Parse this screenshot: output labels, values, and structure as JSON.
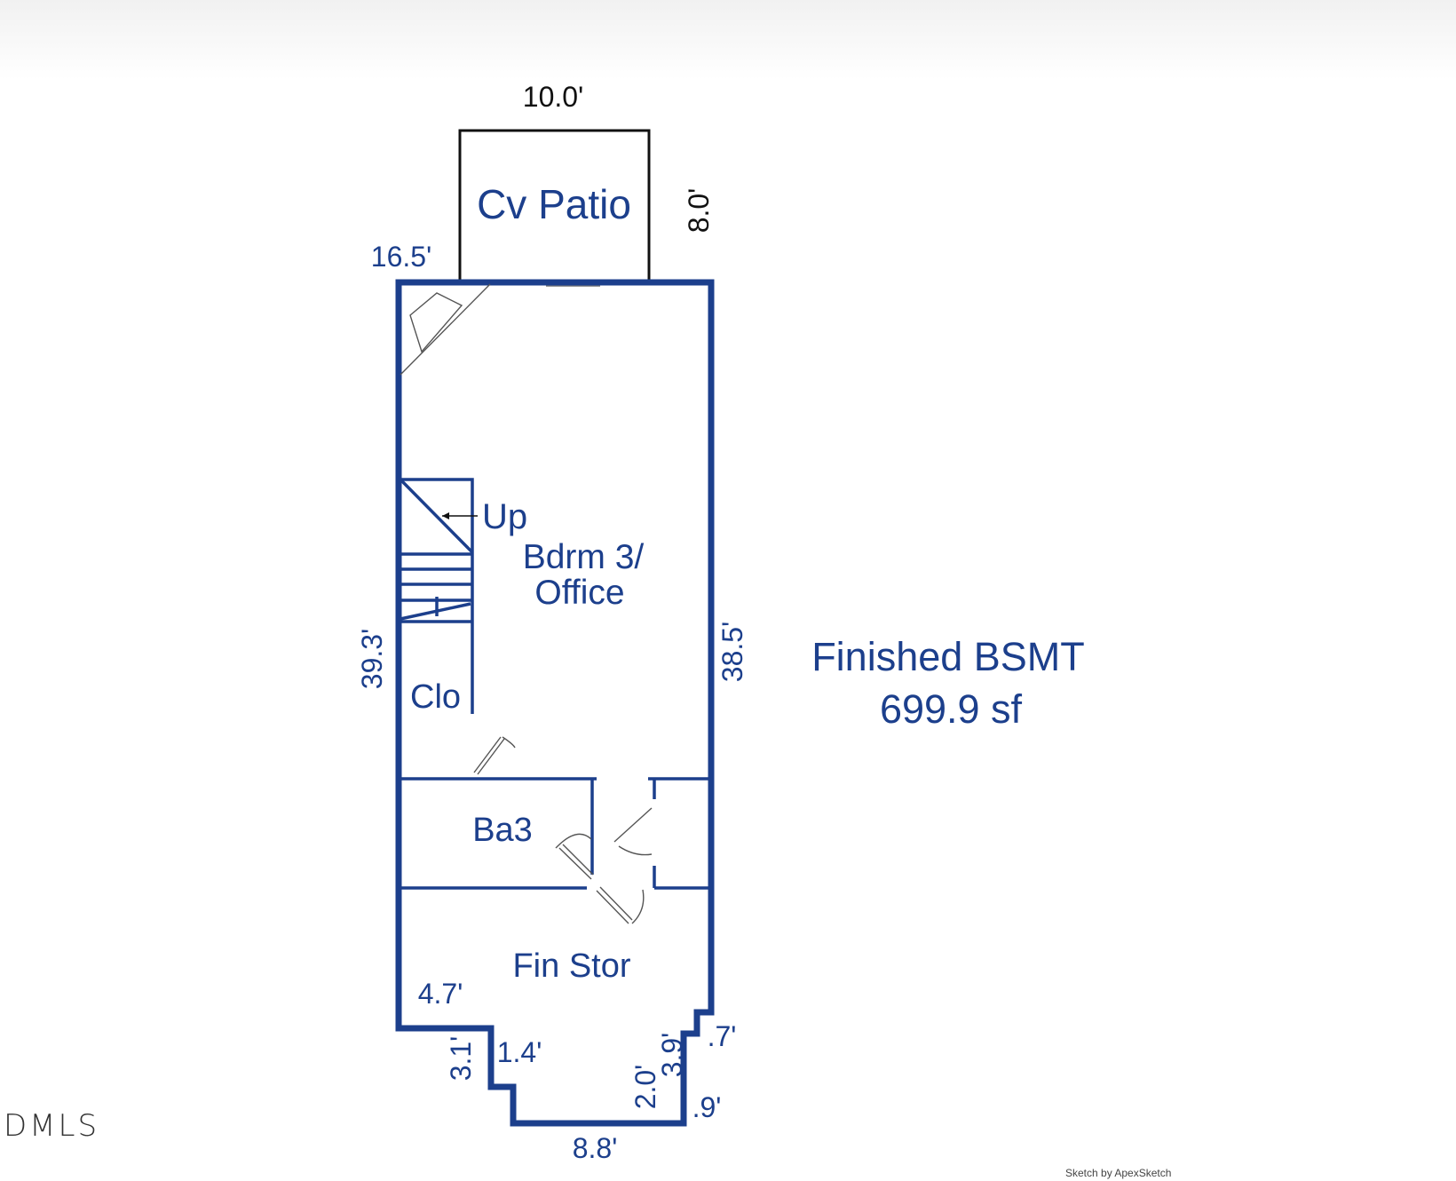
{
  "plan": {
    "area_label": "Finished BSMT",
    "area_value": "699.9 sf",
    "rooms": {
      "patio": "Cv Patio",
      "bedroom_line1": "Bdrm 3/",
      "bedroom_line2": "Office",
      "stairs": "Up",
      "closet": "Clo",
      "bath": "Ba3",
      "storage": "Fin Stor"
    },
    "dimensions": {
      "patio_width": "10.0'",
      "patio_depth": "8.0'",
      "top_width": "16.5'",
      "left_length": "39.3'",
      "right_length": "38.5'",
      "step_left_width": "4.7'",
      "step_left_depth": "3.1'",
      "step_left_inner": "1.4'",
      "step_right_depth": "3.9'",
      "step_right_inner": "2.0'",
      "step_right_a": ".7'",
      "step_right_b": ".9'",
      "bottom_width": "8.8'"
    }
  },
  "watermark": "DMLS",
  "credit": "Sketch by ApexSketch",
  "colors": {
    "plan_blue": "#1c3f8c",
    "patio_black": "#111111"
  }
}
